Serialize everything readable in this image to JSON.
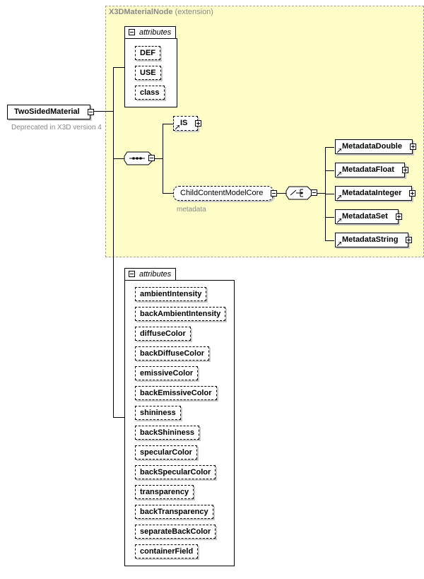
{
  "extension": {
    "title": "X3DMaterialNode",
    "subtitle": "(extension)"
  },
  "root": {
    "name": "TwoSidedMaterial",
    "note": "Deprecated in X3D version 4"
  },
  "ext_attributes": {
    "label": "attributes",
    "items": [
      "DEF",
      "USE",
      "class"
    ]
  },
  "is_element": "IS",
  "group": {
    "name": "ChildContentModelCore",
    "caption": "metadata"
  },
  "metadata_elements": [
    "MetadataDouble",
    "MetadataFloat",
    "MetadataInteger",
    "MetadataSet",
    "MetadataString"
  ],
  "attributes": {
    "label": "attributes",
    "items": [
      "ambientIntensity",
      "backAmbientIntensity",
      "diffuseColor",
      "backDiffuseColor",
      "emissiveColor",
      "backEmissiveColor",
      "shininess",
      "backShininess",
      "specularColor",
      "backSpecularColor",
      "transparency",
      "backTransparency",
      "separateBackColor",
      "containerField"
    ]
  }
}
